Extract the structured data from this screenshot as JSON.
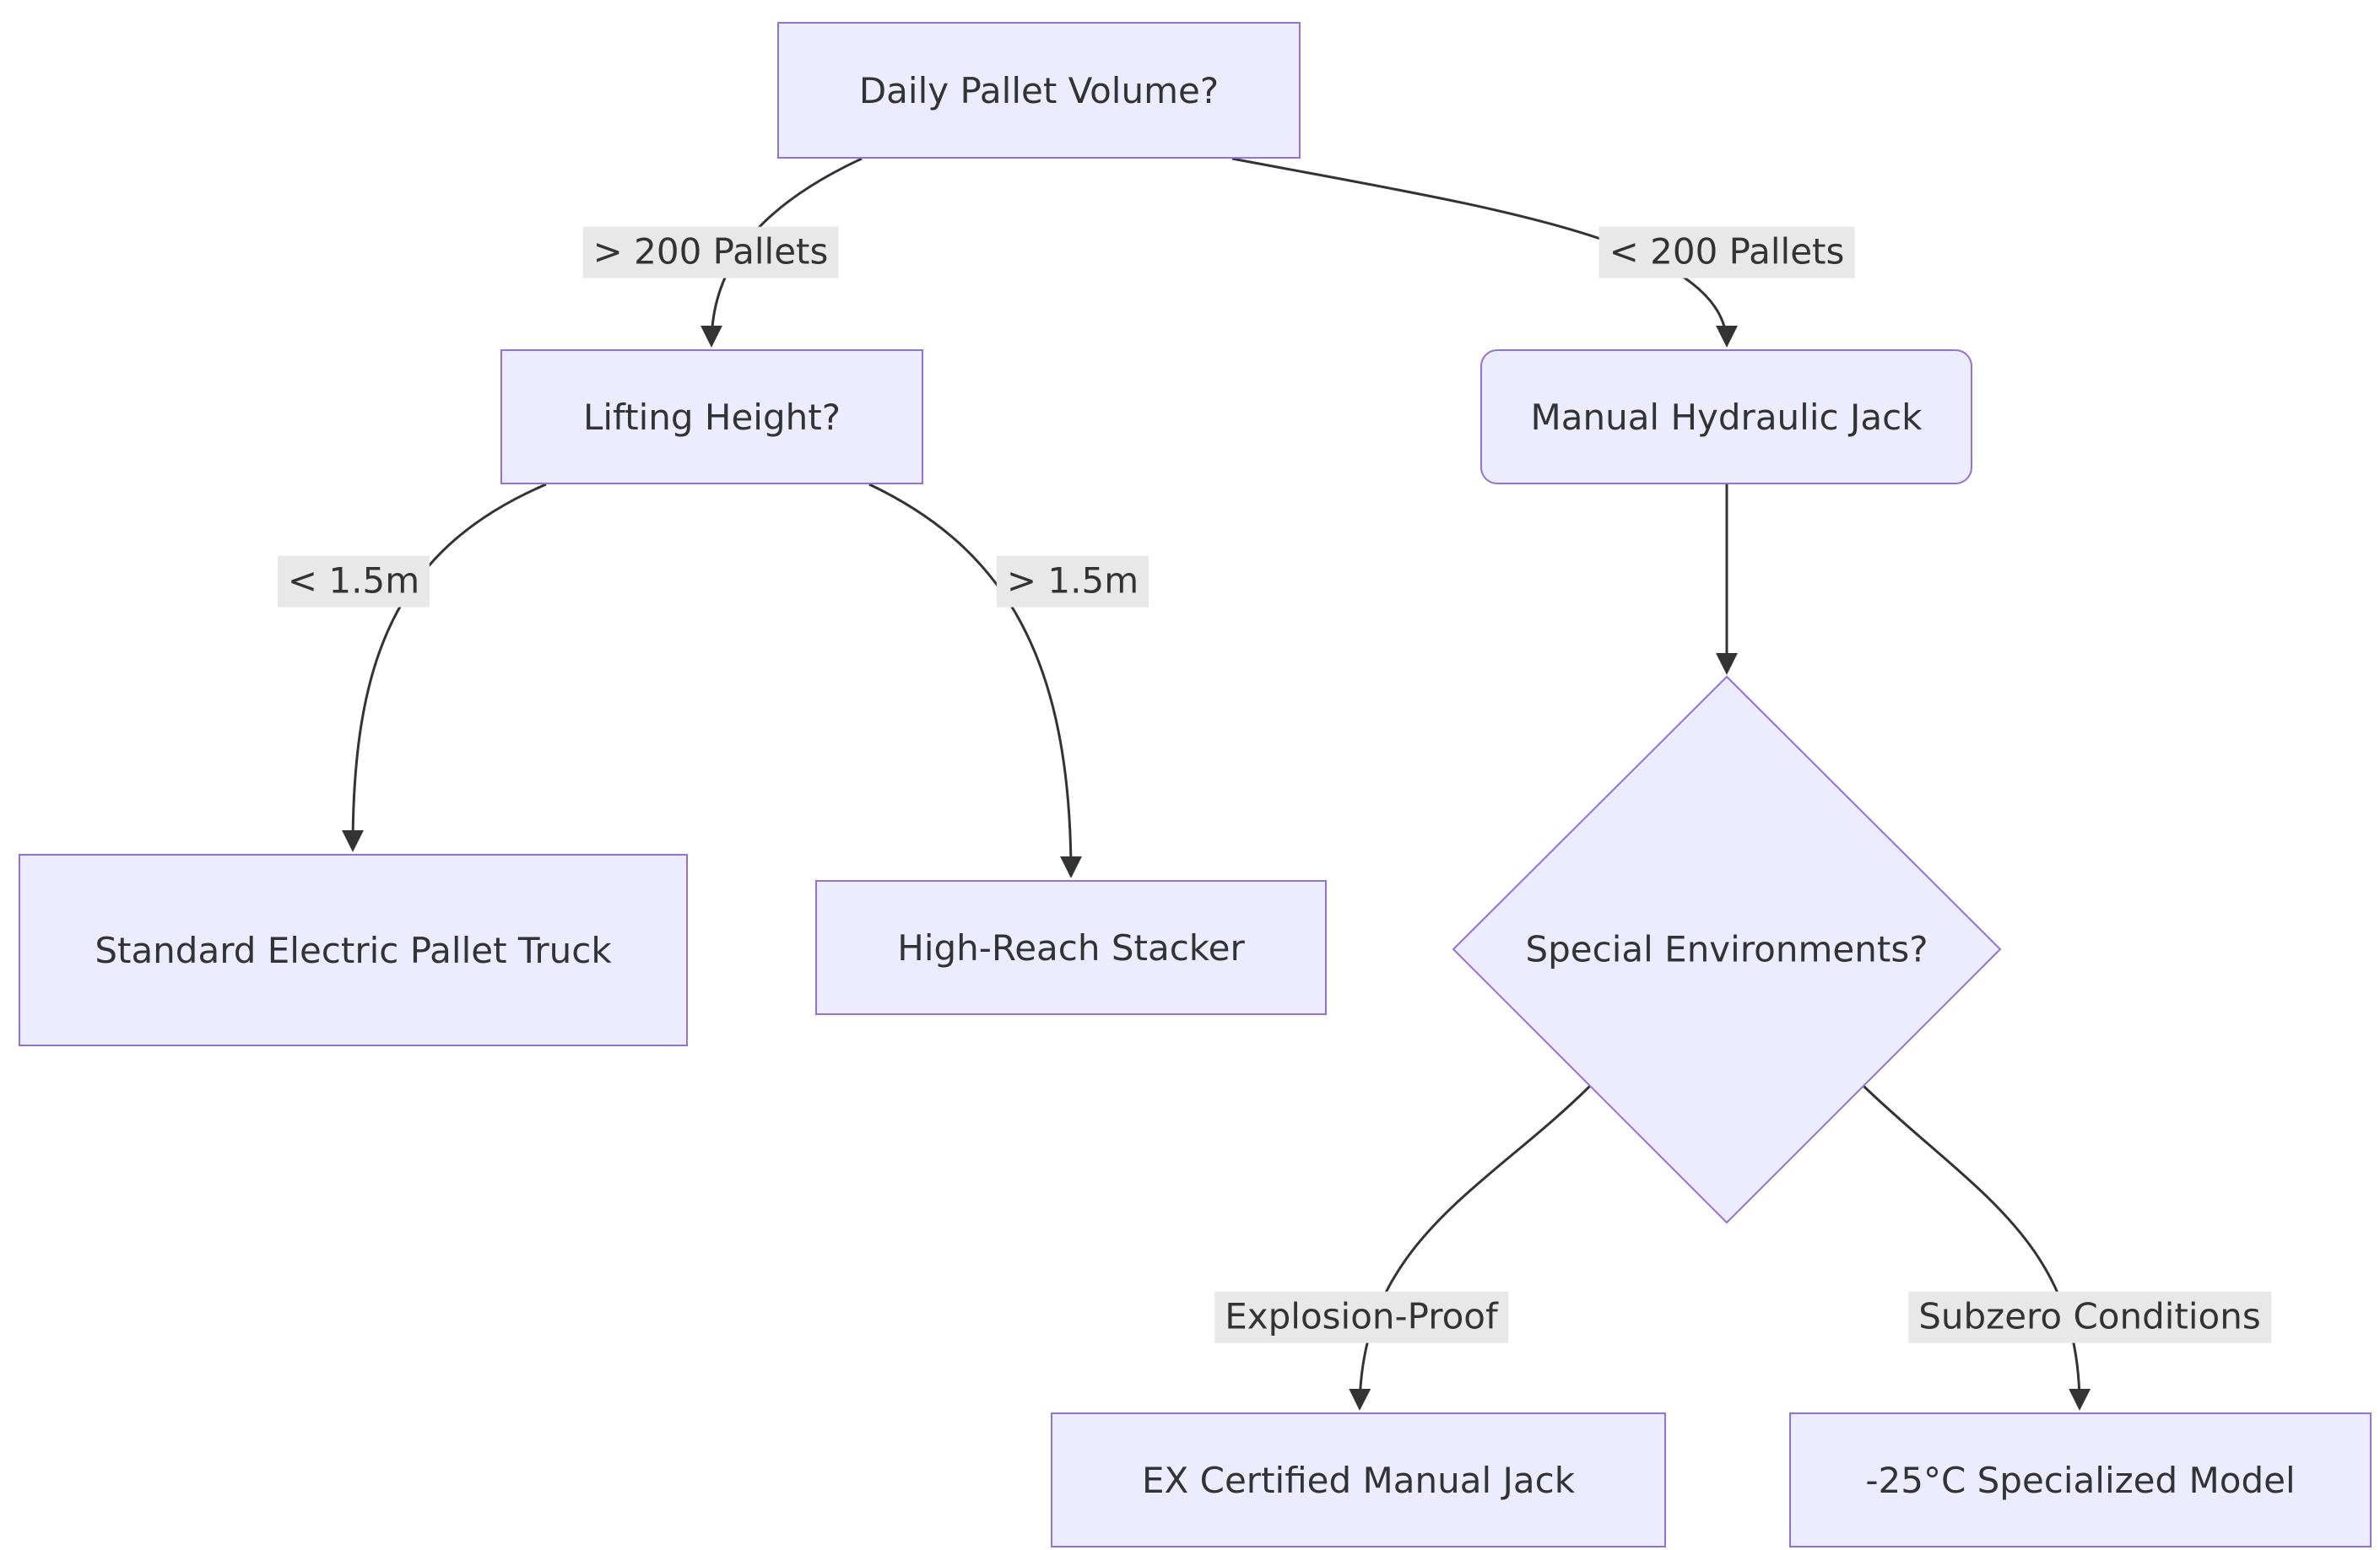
{
  "diagram": {
    "type": "flowchart",
    "nodes": {
      "daily_volume": {
        "label": "Daily Pallet Volume?",
        "shape": "rect"
      },
      "lifting_height": {
        "label": "Lifting Height?",
        "shape": "rect"
      },
      "manual_jack": {
        "label": "Manual Hydraulic Jack",
        "shape": "rounded-rect"
      },
      "standard_electric": {
        "label": "Standard Electric Pallet Truck",
        "shape": "rect"
      },
      "high_reach": {
        "label": "High-Reach Stacker",
        "shape": "rect"
      },
      "special_env": {
        "label": "Special Environments?",
        "shape": "diamond"
      },
      "ex_certified": {
        "label": "EX Certified Manual Jack",
        "shape": "rect"
      },
      "subzero_model": {
        "label": "-25°C Specialized Model",
        "shape": "rect"
      }
    },
    "edges": [
      {
        "from": "daily_volume",
        "to": "lifting_height",
        "label": "> 200 Pallets"
      },
      {
        "from": "daily_volume",
        "to": "manual_jack",
        "label": "< 200 Pallets"
      },
      {
        "from": "lifting_height",
        "to": "standard_electric",
        "label": "< 1.5m"
      },
      {
        "from": "lifting_height",
        "to": "high_reach",
        "label": "> 1.5m"
      },
      {
        "from": "manual_jack",
        "to": "special_env",
        "label": ""
      },
      {
        "from": "special_env",
        "to": "ex_certified",
        "label": "Explosion-Proof"
      },
      {
        "from": "special_env",
        "to": "subzero_model",
        "label": "Subzero Conditions"
      }
    ],
    "colors": {
      "node_fill": "#ECECFF",
      "node_border": "#9370DB",
      "edge": "#333333",
      "label_bg": "#e8e8e8",
      "text": "#333333",
      "background": "#ffffff"
    }
  }
}
